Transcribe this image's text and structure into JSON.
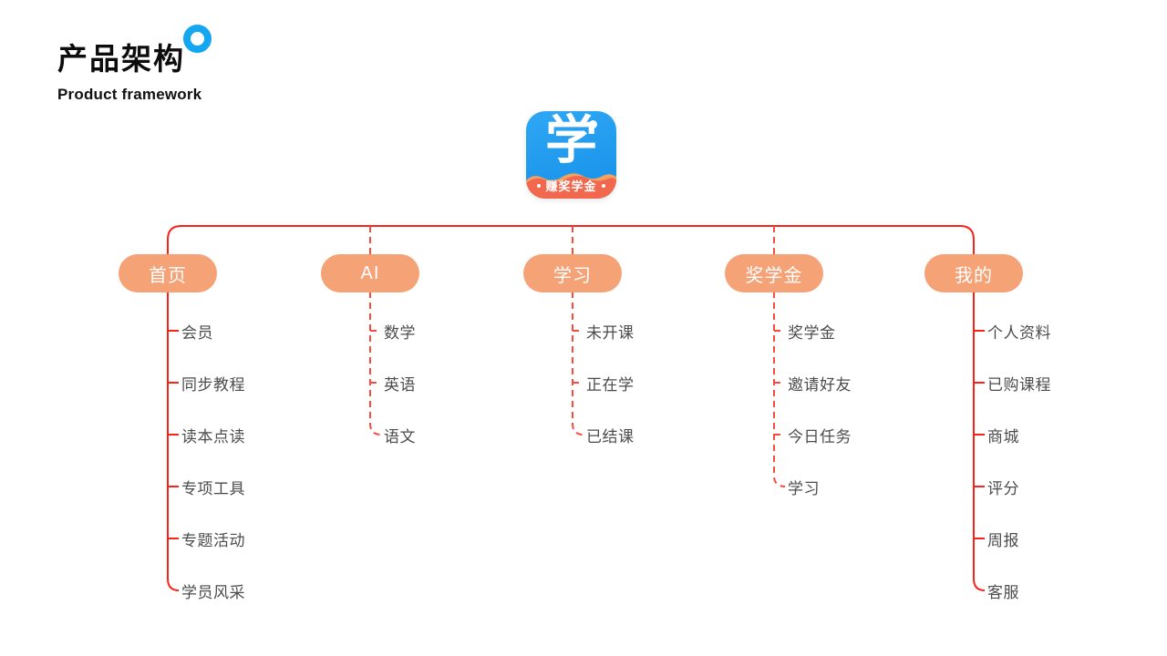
{
  "header": {
    "title": "产品架构",
    "subtitle": "Product framework"
  },
  "app_icon": {
    "glyph": "学",
    "banner": "赚奖学金"
  },
  "branches": [
    {
      "label": "首页",
      "line_style": "solid",
      "items": [
        "会员",
        "同步教程",
        "读本点读",
        "专项工具",
        "专题活动",
        "学员风采"
      ]
    },
    {
      "label": "AI",
      "line_style": "dashed",
      "items": [
        "数学",
        "英语",
        "语文"
      ]
    },
    {
      "label": "学习",
      "line_style": "dashed",
      "items": [
        "未开课",
        "正在学",
        "已结课"
      ]
    },
    {
      "label": "奖学金",
      "line_style": "dashed",
      "items": [
        "奖学金",
        "邀请好友",
        "今日任务",
        "学习"
      ]
    },
    {
      "label": "我的",
      "line_style": "solid",
      "items": [
        "个人资料",
        "已购课程",
        "商城",
        "评分",
        "周报",
        "客服"
      ]
    }
  ],
  "colors": {
    "accent_blue": "#14A7F0",
    "pill_orange": "#F5A277",
    "line_red": "#F8231B",
    "line_red_dash": "#FA4A3E",
    "icon_blue_top": "#2FA7F3",
    "icon_blue_bottom": "#1590EA",
    "band_orange": "#F1684E",
    "band_light": "#F6A25F",
    "item_text": "#4C4C4C",
    "title_text": "#0D0D0D"
  }
}
